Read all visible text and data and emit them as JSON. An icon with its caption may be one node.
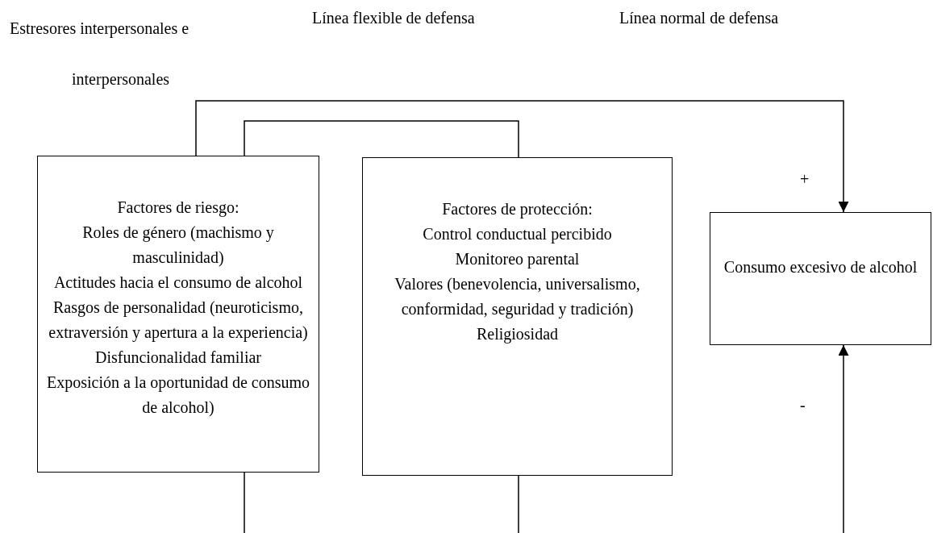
{
  "diagram": {
    "nodes": [
      {
        "text": [
          "Factores de riesgo:",
          "Roles de género (machismo y masculinidad)",
          "Actitudes hacia el consumo de alcohol",
          "Rasgos de personalidad (neuroticismo, extraversión y apertura a la experiencia)",
          "Disfuncionalidad familiar",
          "Exposición a la oportunidad de consumo de alcohol)"
        ]
      },
      {
        "text": [
          "Factores de protección:",
          "Control conductual percibido",
          "Monitoreo parental",
          "Valores (benevolencia, universalismo, conformidad, seguridad y tradición)",
          "Religiosidad"
        ]
      },
      {
        "text": [
          "Consumo excesivo de alcohol"
        ]
      }
    ],
    "edges": [
      {
        "from": 0,
        "to": 2,
        "arrow": "to",
        "label": "+"
      },
      {
        "from": 0,
        "to": 1,
        "arrow": "none"
      },
      {
        "from": null,
        "to": 2,
        "arrow": "to",
        "label": "-"
      },
      {
        "from": 0,
        "to": null,
        "arrow": "none"
      },
      {
        "from": 1,
        "to": null,
        "arrow": "none"
      }
    ],
    "labels": [
      "Estresores interpersonales e interpersonales",
      "Línea flexible de defensa",
      "Línea normal de defensa"
    ]
  }
}
